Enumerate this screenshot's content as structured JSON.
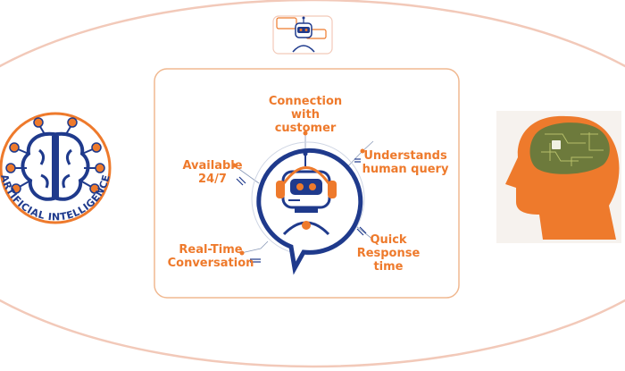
{
  "colors": {
    "accent_orange": "#ee7a2c",
    "navy": "#1f3a8c",
    "ellipse_stroke": "#f2c9b9",
    "card_stroke": "#f0b890",
    "circuit_green": "#6d7a3c"
  },
  "labels": {
    "connection": "Connection\nwith\ncustomer",
    "understands": "Understands\nhuman query",
    "available": "Available\n24/7",
    "quick": "Quick\nResponse\ntime",
    "realtime": "Real-Time\nConversation"
  },
  "logo": {
    "ai_text": "ARTIFICIAL INTELLIGENCE"
  },
  "icons": {
    "top": "chatbot-icon",
    "left": "ai-brain-logo-icon",
    "right": "head-circuit-brain-icon",
    "center": "robot-chat-bubble-icon"
  }
}
